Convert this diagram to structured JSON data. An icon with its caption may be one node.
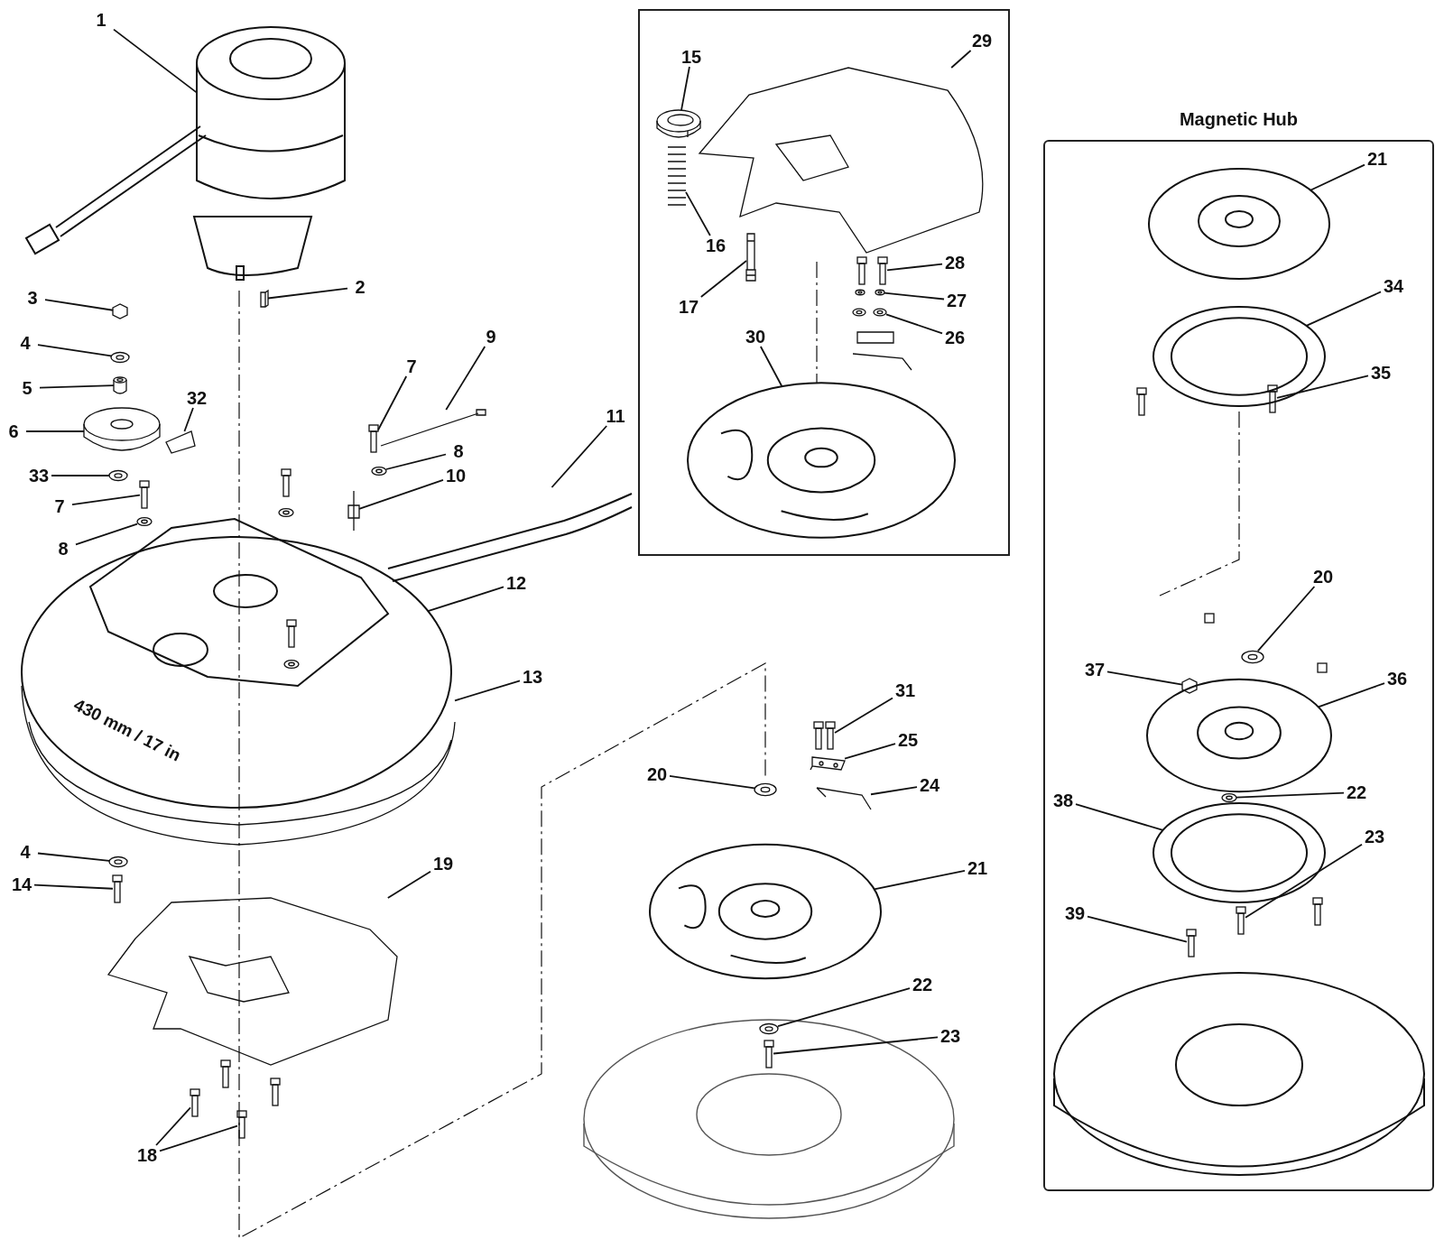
{
  "diagram": {
    "nodes": [
      {
        "text": [],
        "shape": "box"
      },
      {
        "text": [
          "Magnetic Hub"
        ]
      },
      {
        "text": [
          "1"
        ]
      },
      {
        "text": [
          "2"
        ]
      },
      {
        "text": [
          "3"
        ]
      },
      {
        "text": [
          "4"
        ]
      },
      {
        "text": [
          "5"
        ]
      },
      {
        "text": [
          "6"
        ]
      },
      {
        "text": [
          "33"
        ]
      },
      {
        "text": [
          "32"
        ]
      },
      {
        "text": [
          "7"
        ]
      },
      {
        "text": [
          "8"
        ]
      },
      {
        "text": [
          "7"
        ]
      },
      {
        "text": [
          "9"
        ]
      },
      {
        "text": [
          "8"
        ]
      },
      {
        "text": [
          "10"
        ]
      },
      {
        "text": [
          "11"
        ]
      },
      {
        "text": [
          "12"
        ]
      },
      {
        "text": [
          "13"
        ]
      },
      {
        "text": [
          "4"
        ]
      },
      {
        "text": [
          "14"
        ]
      },
      {
        "text": [
          "19"
        ]
      },
      {
        "text": [
          "18"
        ]
      },
      {
        "text": [
          "15"
        ],
        "in": 0
      },
      {
        "text": [
          "29"
        ],
        "in": 0
      },
      {
        "text": [
          "16"
        ],
        "in": 0
      },
      {
        "text": [
          "17"
        ],
        "in": 0
      },
      {
        "text": [
          "28"
        ],
        "in": 0
      },
      {
        "text": [
          "27"
        ],
        "in": 0
      },
      {
        "text": [
          "26"
        ],
        "in": 0
      },
      {
        "text": [
          "30"
        ],
        "in": 0
      },
      {
        "text": [
          "21"
        ],
        "in": 1
      },
      {
        "text": [
          "34"
        ],
        "in": 1
      },
      {
        "text": [
          "35"
        ],
        "in": 1
      },
      {
        "text": [
          "20"
        ],
        "in": 1
      },
      {
        "text": [
          "37"
        ],
        "in": 1
      },
      {
        "text": [
          "36"
        ],
        "in": 1
      },
      {
        "text": [
          "38"
        ],
        "in": 1
      },
      {
        "text": [
          "22"
        ],
        "in": 1
      },
      {
        "text": [
          "23"
        ],
        "in": 1
      },
      {
        "text": [
          "39"
        ],
        "in": 1
      },
      {
        "text": [
          "31"
        ]
      },
      {
        "text": [
          "25"
        ]
      },
      {
        "text": [
          "20"
        ]
      },
      {
        "text": [
          "24"
        ]
      },
      {
        "text": [
          "21"
        ]
      },
      {
        "text": [
          "22"
        ]
      },
      {
        "text": [
          "23"
        ]
      },
      {
        "text": [],
        "shape": "picture"
      },
      {
        "text": [],
        "shape": "picture"
      },
      {
        "text": [],
        "shape": "picture"
      },
      {
        "text": [],
        "shape": "picture"
      },
      {
        "text": [],
        "shape": "picture"
      },
      {
        "text": [],
        "shape": "picture"
      },
      {
        "text": [],
        "shape": "picture"
      },
      {
        "text": [],
        "shape": "picture"
      },
      {
        "text": [],
        "shape": "picture"
      },
      {
        "text": [],
        "shape": "picture"
      },
      {
        "text": [],
        "shape": "picture"
      },
      {
        "text": [],
        "shape": "picture"
      },
      {
        "text": [],
        "shape": "picture"
      },
      {
        "text": [],
        "shape": "picture"
      },
      {
        "text": [],
        "shape": "picture"
      },
      {
        "text": [],
        "shape": "picture"
      },
      {
        "text": [],
        "shape": "picture"
      },
      {
        "text": [],
        "shape": "picture"
      },
      {
        "text": [],
        "shape": "picture"
      },
      {
        "text": [],
        "shape": "picture"
      },
      {
        "text": [],
        "shape": "picture"
      },
      {
        "text": [],
        "shape": "picture"
      },
      {
        "text": [],
        "shape": "picture",
        "in": 0
      },
      {
        "text": [],
        "shape": "picture",
        "in": 0
      },
      {
        "text": [],
        "shape": "picture",
        "in": 0
      },
      {
        "text": [],
        "shape": "picture",
        "in": 0
      },
      {
        "text": [],
        "shape": "picture",
        "in": 0
      },
      {
        "text": [],
        "shape": "picture",
        "in": 0
      },
      {
        "text": [],
        "shape": "picture",
        "in": 0
      },
      {
        "text": [],
        "shape": "picture",
        "in": 0
      },
      {
        "text": [],
        "shape": "picture",
        "in": 1
      },
      {
        "text": [],
        "shape": "picture",
        "in": 1
      },
      {
        "text": [],
        "shape": "picture",
        "in": 1
      },
      {
        "text": [],
        "shape": "picture",
        "in": 1
      },
      {
        "text": [],
        "shape": "picture",
        "in": 1
      },
      {
        "text": [],
        "shape": "picture",
        "in": 1
      },
      {
        "text": [],
        "shape": "picture",
        "in": 1
      },
      {
        "text": [],
        "shape": "picture",
        "in": 1
      },
      {
        "text": [],
        "shape": "picture",
        "in": 1
      },
      {
        "text": [],
        "shape": "picture",
        "in": 1
      },
      {
        "text": [],
        "shape": "picture"
      },
      {
        "text": [],
        "shape": "picture"
      },
      {
        "text": [],
        "shape": "picture"
      },
      {
        "text": [],
        "shape": "picture"
      },
      {
        "text": [],
        "shape": "picture"
      },
      {
        "text": [],
        "shape": "picture"
      },
      {
        "text": [],
        "shape": "picture"
      }
    ],
    "edges": [
      {
        "from": 2,
        "to": 48,
        "arrow": "none"
      },
      {
        "from": 3,
        "to": 49,
        "arrow": "none"
      },
      {
        "from": 4,
        "to": 50,
        "arrow": "none"
      },
      {
        "from": 5,
        "to": 51,
        "arrow": "none"
      },
      {
        "from": 6,
        "to": 52,
        "arrow": "none"
      },
      {
        "from": 7,
        "to": 53,
        "arrow": "none"
      },
      {
        "from": 8,
        "to": 54,
        "arrow": "none"
      },
      {
        "from": 9,
        "to": 55,
        "arrow": "none"
      },
      {
        "from": 10,
        "to": 56,
        "arrow": "none"
      },
      {
        "from": 11,
        "to": 57,
        "arrow": "none"
      },
      {
        "from": 12,
        "to": 58,
        "arrow": "none"
      },
      {
        "from": 13,
        "to": 59,
        "arrow": "none"
      },
      {
        "from": 14,
        "to": 60,
        "arrow": "none"
      },
      {
        "from": 15,
        "to": 61,
        "arrow": "none"
      },
      {
        "from": 16,
        "to": 62,
        "arrow": "none"
      },
      {
        "from": 17,
        "to": 63,
        "arrow": "none"
      },
      {
        "from": 18,
        "to": 64,
        "arrow": "none"
      },
      {
        "from": 19,
        "to": 65,
        "arrow": "none"
      },
      {
        "from": 20,
        "to": 66,
        "arrow": "none"
      },
      {
        "from": 21,
        "to": 67,
        "arrow": "none"
      },
      {
        "from": 22,
        "to": 68,
        "arrow": "none"
      },
      {
        "from": 22,
        "to": 69,
        "arrow": "none"
      },
      {
        "from": 23,
        "to": 70,
        "arrow": "none"
      },
      {
        "from": 24,
        "to": 71,
        "arrow": "none"
      },
      {
        "from": 25,
        "to": 72,
        "arrow": "none"
      },
      {
        "from": 26,
        "to": 73,
        "arrow": "none"
      },
      {
        "from": 27,
        "to": 74,
        "arrow": "none"
      },
      {
        "from": 28,
        "to": 75,
        "arrow": "none"
      },
      {
        "from": 29,
        "to": 76,
        "arrow": "none"
      },
      {
        "from": 30,
        "to": 77,
        "arrow": "none"
      },
      {
        "from": 31,
        "to": 78,
        "arrow": "none"
      },
      {
        "from": 32,
        "to": 79,
        "arrow": "none"
      },
      {
        "from": 33,
        "to": 80,
        "arrow": "none"
      },
      {
        "from": 34,
        "to": 81,
        "arrow": "none"
      },
      {
        "from": 35,
        "to": 82,
        "arrow": "none"
      },
      {
        "from": 36,
        "to": 83,
        "arrow": "none"
      },
      {
        "from": 37,
        "to": 84,
        "arrow": "none"
      },
      {
        "from": 38,
        "to": 85,
        "arrow": "none"
      },
      {
        "from": 39,
        "to": 86,
        "arrow": "none"
      },
      {
        "from": 40,
        "to": 87,
        "arrow": "none"
      },
      {
        "from": 41,
        "to": 88,
        "arrow": "none"
      },
      {
        "from": 42,
        "to": 89,
        "arrow": "none"
      },
      {
        "from": 43,
        "to": 90,
        "arrow": "none"
      },
      {
        "from": 44,
        "to": 91,
        "arrow": "none"
      },
      {
        "from": 45,
        "to": 92,
        "arrow": "none"
      },
      {
        "from": 46,
        "to": 93,
        "arrow": "none"
      },
      {
        "from": 47,
        "to": 94,
        "arrow": "none"
      }
    ],
    "labels": [
      "430 mm / 17 in"
    ]
  }
}
